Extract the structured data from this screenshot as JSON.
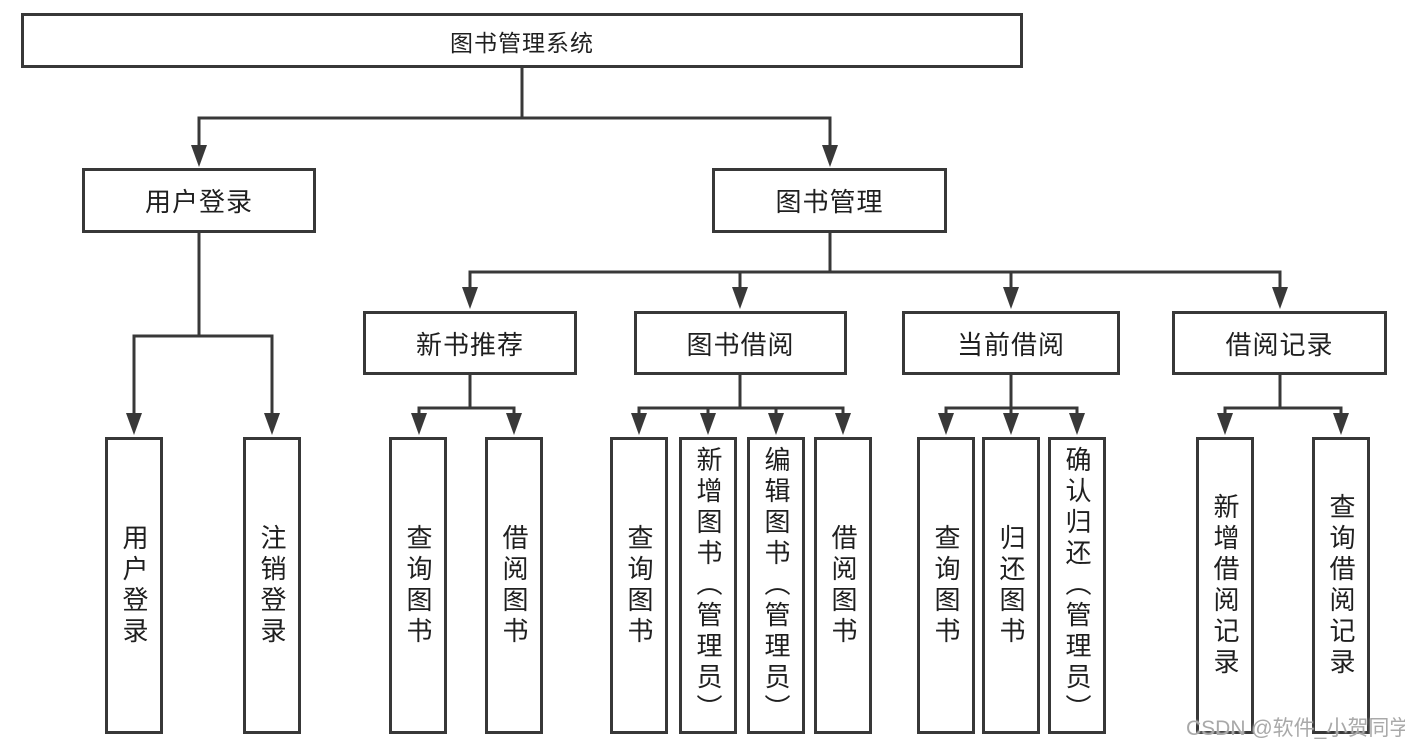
{
  "diagram": {
    "tree": {
      "label": "图书管理系统",
      "children": [
        {
          "label": "用户登录",
          "children": [
            {
              "label": "用户登录"
            },
            {
              "label": "注销登录"
            }
          ]
        },
        {
          "label": "图书管理",
          "children": [
            {
              "label": "新书推荐",
              "children": [
                {
                  "label": "查询图书"
                },
                {
                  "label": "借阅图书"
                }
              ]
            },
            {
              "label": "图书借阅",
              "children": [
                {
                  "label": "查询图书"
                },
                {
                  "label": "新增图书（管理员）"
                },
                {
                  "label": "编辑图书（管理员）"
                },
                {
                  "label": "借阅图书"
                }
              ]
            },
            {
              "label": "当前借阅",
              "children": [
                {
                  "label": "查询图书"
                },
                {
                  "label": "归还图书"
                },
                {
                  "label": "确认归还（管理员）"
                }
              ]
            },
            {
              "label": "借阅记录",
              "children": [
                {
                  "label": "新增借阅记录"
                },
                {
                  "label": "查询借阅记录"
                }
              ]
            }
          ]
        }
      ]
    },
    "colors": {
      "line": "#383838",
      "text": "#1f1f1f",
      "background": "#ffffff"
    }
  },
  "watermark": {
    "text": "CSDN @软件_小贺同学",
    "color": "#a9a9a9"
  }
}
